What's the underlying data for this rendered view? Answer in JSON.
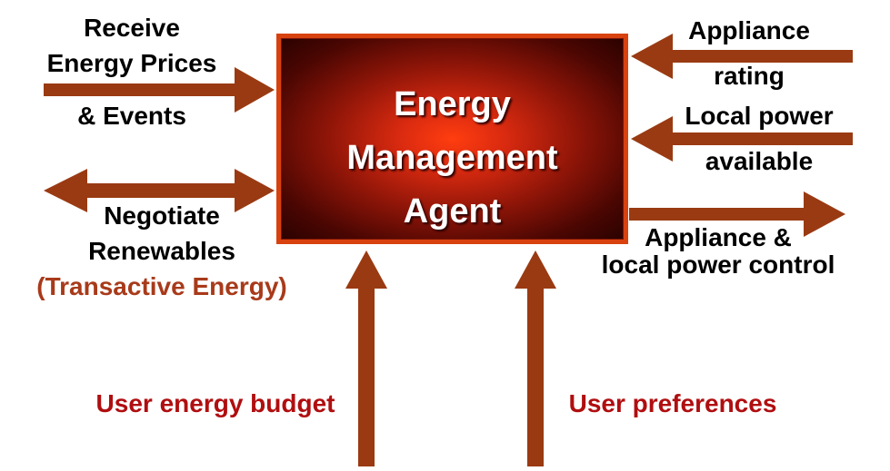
{
  "agent": {
    "title": "Energy\nManagement\nAgent"
  },
  "inputs": {
    "prices_line1": "Receive",
    "prices_line2": "Energy Prices",
    "prices_line3": "& Events",
    "negotiate_line1": "Negotiate",
    "negotiate_line2": "Renewables",
    "negotiate_line3": "(Transactive Energy)",
    "appliance_line1": "Appliance",
    "appliance_line2": "rating",
    "local_line1": "Local power",
    "local_line2": "available",
    "budget": "User energy budget",
    "preferences": "User preferences"
  },
  "outputs": {
    "control_line1": "Appliance &",
    "control_line2": "local power control"
  },
  "colors": {
    "arrow": "#9a3a12",
    "box_border": "#d8420f",
    "box_center": "#ff3d0f",
    "box_edge": "#2a0200",
    "brown_text": "#a83a1a",
    "red_text": "#b00e10"
  }
}
